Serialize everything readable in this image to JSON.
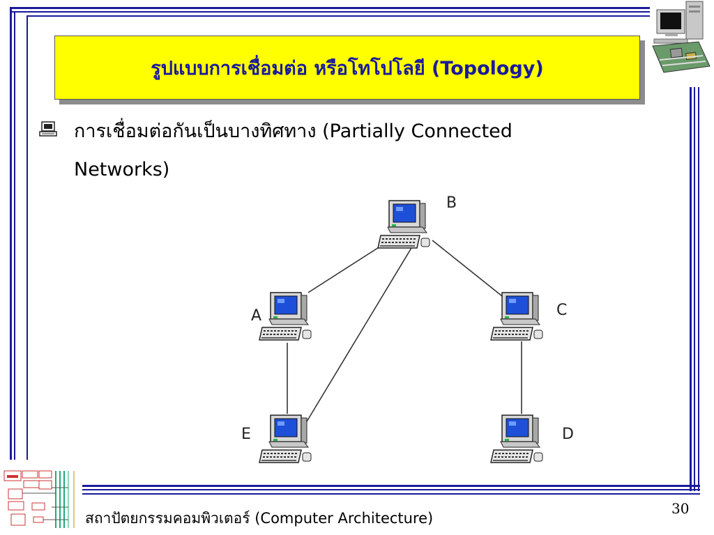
{
  "slide": {
    "title": "รูปแบบการเชื่อมต่อ หรือโทโปโลยี (Topology)",
    "bullet_line1": "การเชื่อมต่อกันเป็นบางทิศทาง (Partially Connected",
    "bullet_line2": "Networks)",
    "footer": "สถาปัตยกรรมคอมพิวเตอร์ (Computer Architecture)",
    "page_number": "30"
  },
  "diagram": {
    "nodes": [
      {
        "id": "B",
        "label": "B"
      },
      {
        "id": "A",
        "label": "A"
      },
      {
        "id": "C",
        "label": "C"
      },
      {
        "id": "E",
        "label": "E"
      },
      {
        "id": "D",
        "label": "D"
      }
    ],
    "edges": [
      {
        "from": "A",
        "to": "B"
      },
      {
        "from": "B",
        "to": "C"
      },
      {
        "from": "B",
        "to": "E"
      },
      {
        "from": "A",
        "to": "E"
      },
      {
        "from": "C",
        "to": "D"
      }
    ],
    "colors": {
      "frame": "#1a1a9c",
      "title_bg": "#ffff00",
      "title_text": "#1a1a9c",
      "screen": "#1e4fd8",
      "link": "#333333"
    }
  },
  "icons": {
    "bullet": "computer-bullet-icon",
    "corner_top": "desktop-computer-icon",
    "corner_bottom": "architecture-diagram-icon",
    "node": "computer-workstation-icon"
  }
}
